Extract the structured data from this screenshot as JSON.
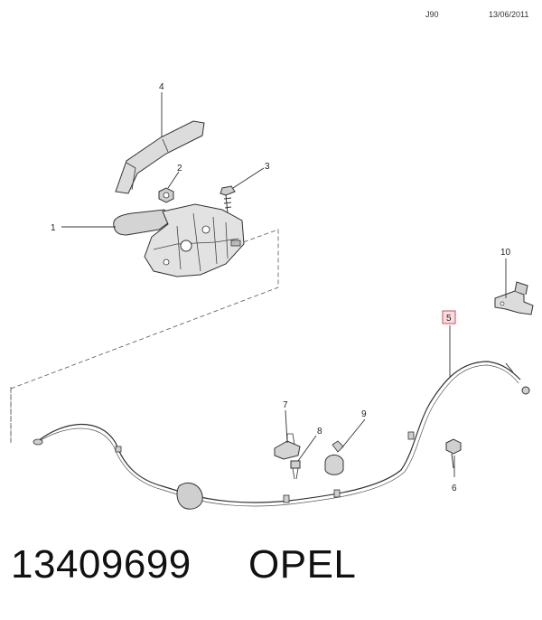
{
  "header": {
    "code": "J90",
    "date": "13/06/2011"
  },
  "callouts": [
    {
      "id": "1",
      "label": "1"
    },
    {
      "id": "2",
      "label": "2"
    },
    {
      "id": "3",
      "label": "3"
    },
    {
      "id": "4",
      "label": "4"
    },
    {
      "id": "5",
      "label": "5",
      "highlighted": true
    },
    {
      "id": "6",
      "label": "6"
    },
    {
      "id": "7",
      "label": "7"
    },
    {
      "id": "8",
      "label": "8"
    },
    {
      "id": "9",
      "label": "9"
    },
    {
      "id": "10",
      "label": "10"
    }
  ],
  "footer": {
    "part_number": "13409699",
    "brand": "OPEL"
  },
  "colors": {
    "line": "#333333",
    "part_fill": "#d8d8d8",
    "highlight_border": "#d04a5a",
    "highlight_fill": "#f8dde1"
  }
}
